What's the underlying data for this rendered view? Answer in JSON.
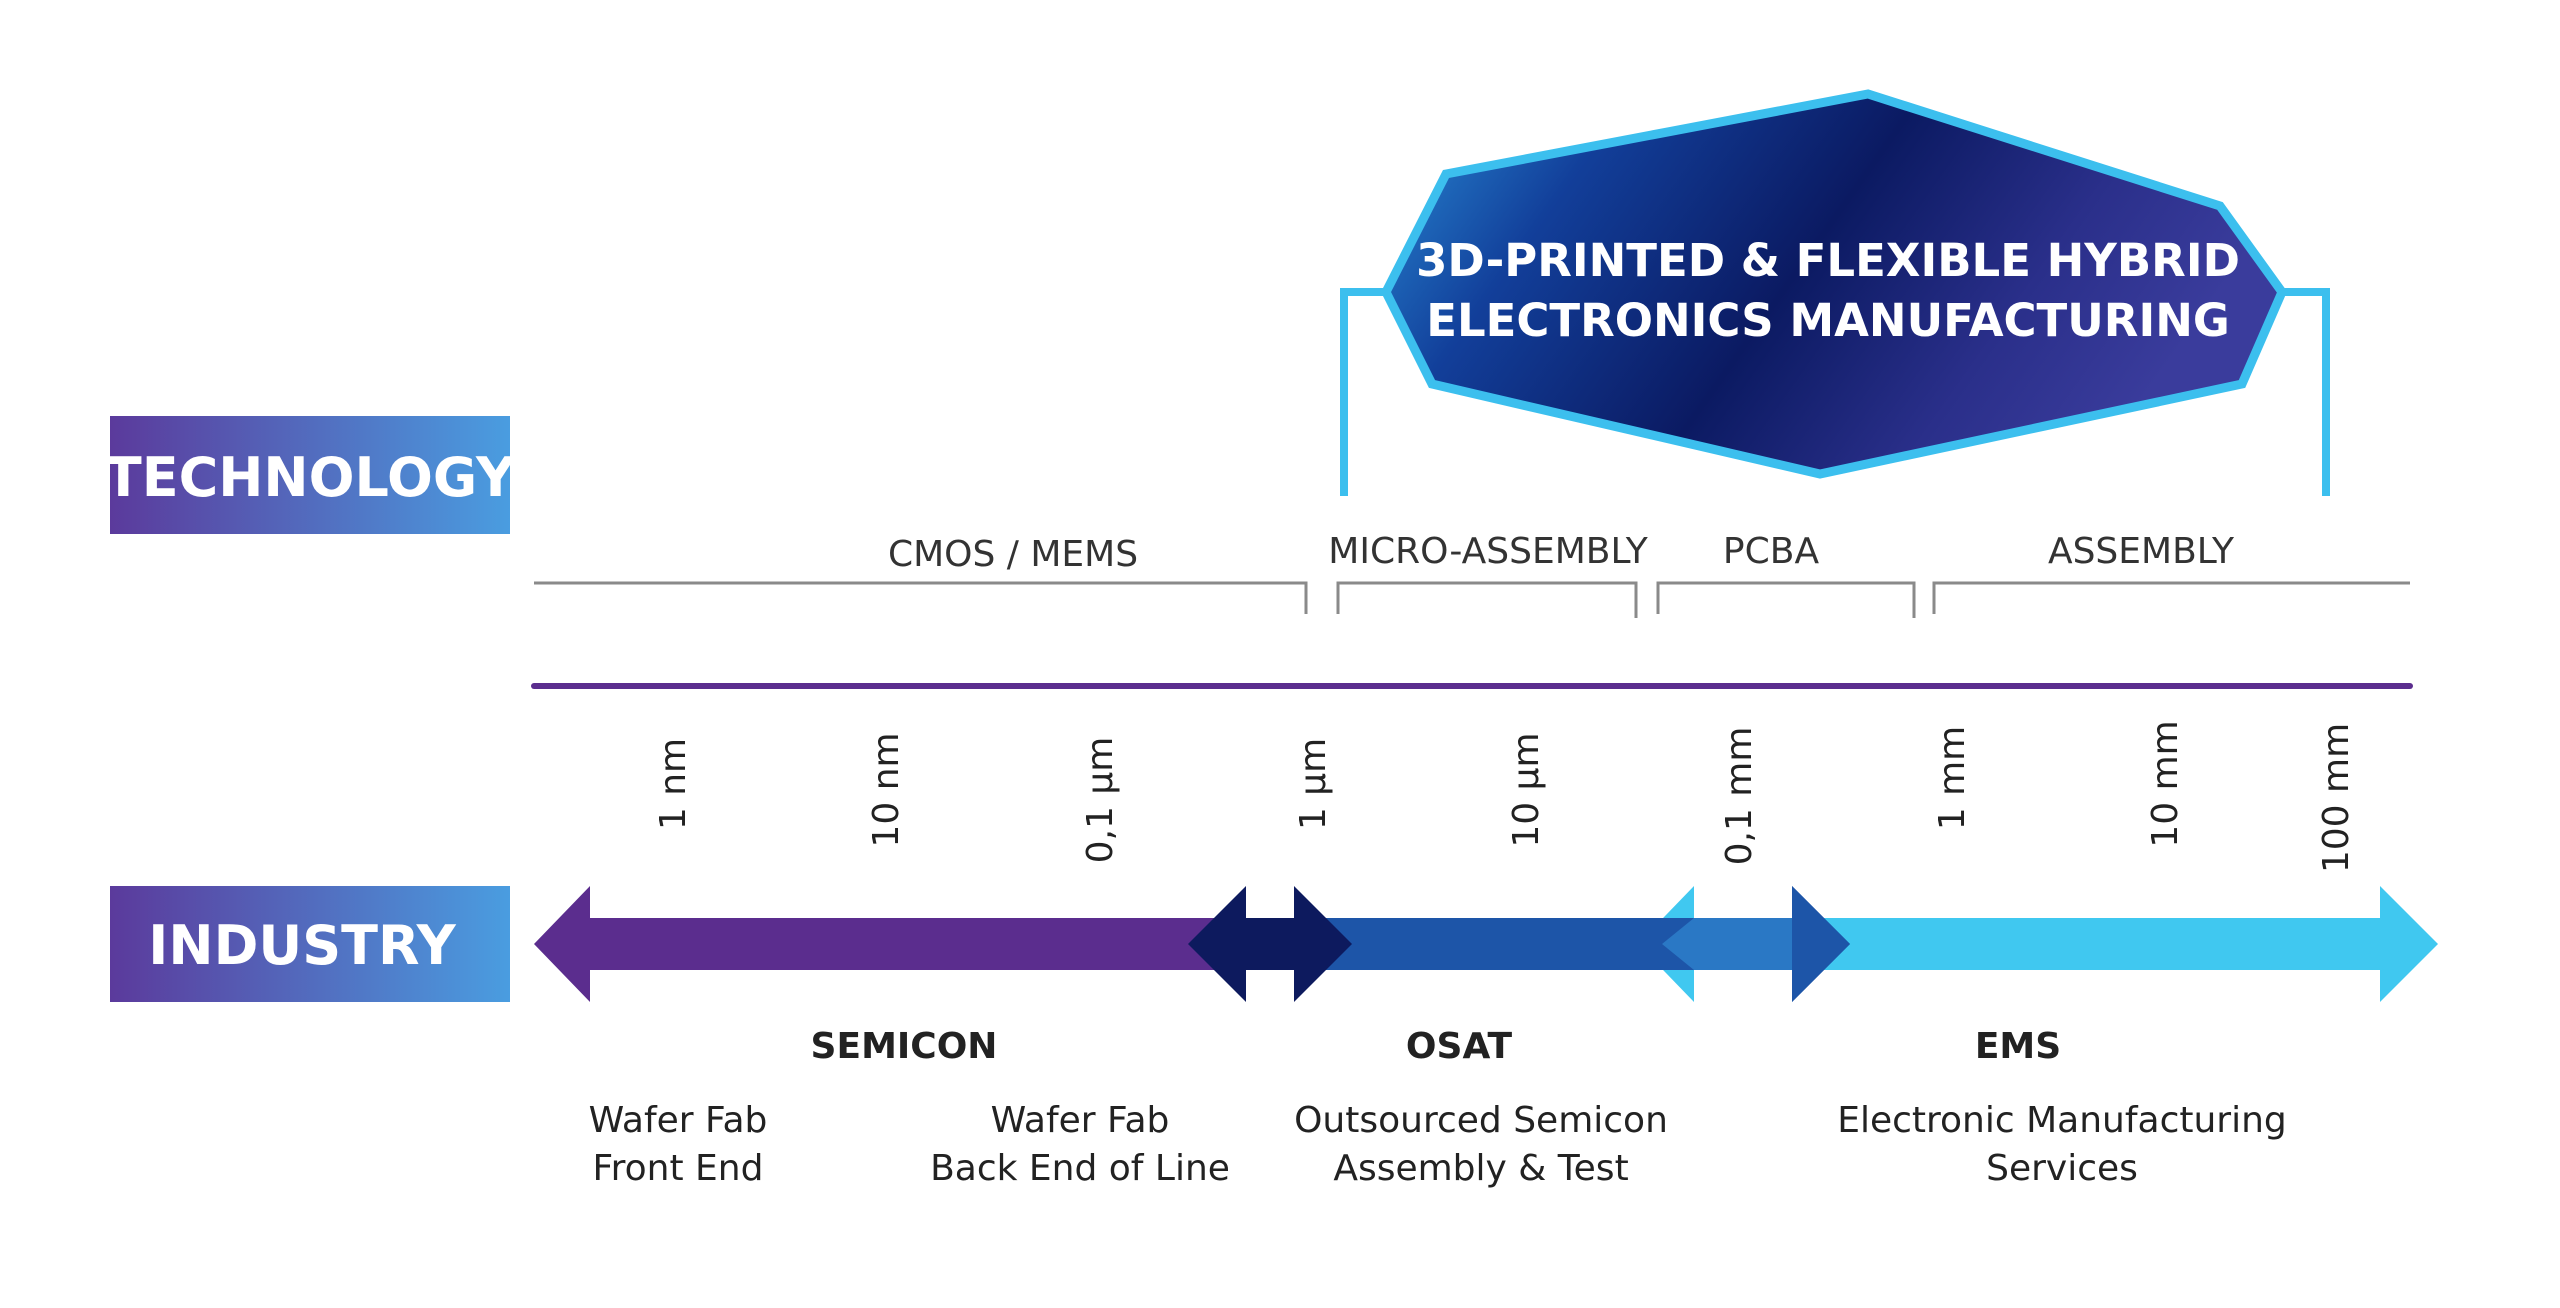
{
  "labels": {
    "technology": "TECHNOLOGY",
    "industry": "INDUSTRY"
  },
  "highlight": {
    "line1": "3D-PRINTED & FLEXIBLE HYBRID",
    "line2": "ELECTRONICS MANUFACTURING"
  },
  "technology_ranges": [
    {
      "label": "CMOS / MEMS"
    },
    {
      "label": "MICRO-ASSEMBLY"
    },
    {
      "label": "PCBA"
    },
    {
      "label": "ASSEMBLY"
    }
  ],
  "scale_ticks": [
    "1 nm",
    "10 nm",
    "0,1 µm",
    "1 µm",
    "10 µm",
    "0,1 mm",
    "1 mm",
    "10 mm",
    "100 mm"
  ],
  "industries": [
    {
      "title": "SEMICON",
      "color": "#5b2d8e"
    },
    {
      "title": "OSAT",
      "color": "#1d55a8"
    },
    {
      "title": "EMS",
      "color": "#40c8f0"
    }
  ],
  "descriptions": [
    {
      "line1": "Wafer Fab",
      "line2": "Front End"
    },
    {
      "line1": "Wafer Fab",
      "line2": "Back End of Line"
    },
    {
      "line1": "Outsourced Semicon",
      "line2": "Assembly & Test"
    },
    {
      "line1": "Electronic Manufacturing",
      "line2": "Services"
    }
  ],
  "colors": {
    "purple": "#5b2d8e",
    "blue": "#1d55a8",
    "cyan": "#40c8f0",
    "navy": "#0d1a5e",
    "label_gradient_start": "#5b3a9c",
    "label_gradient_end": "#4a9de0"
  }
}
